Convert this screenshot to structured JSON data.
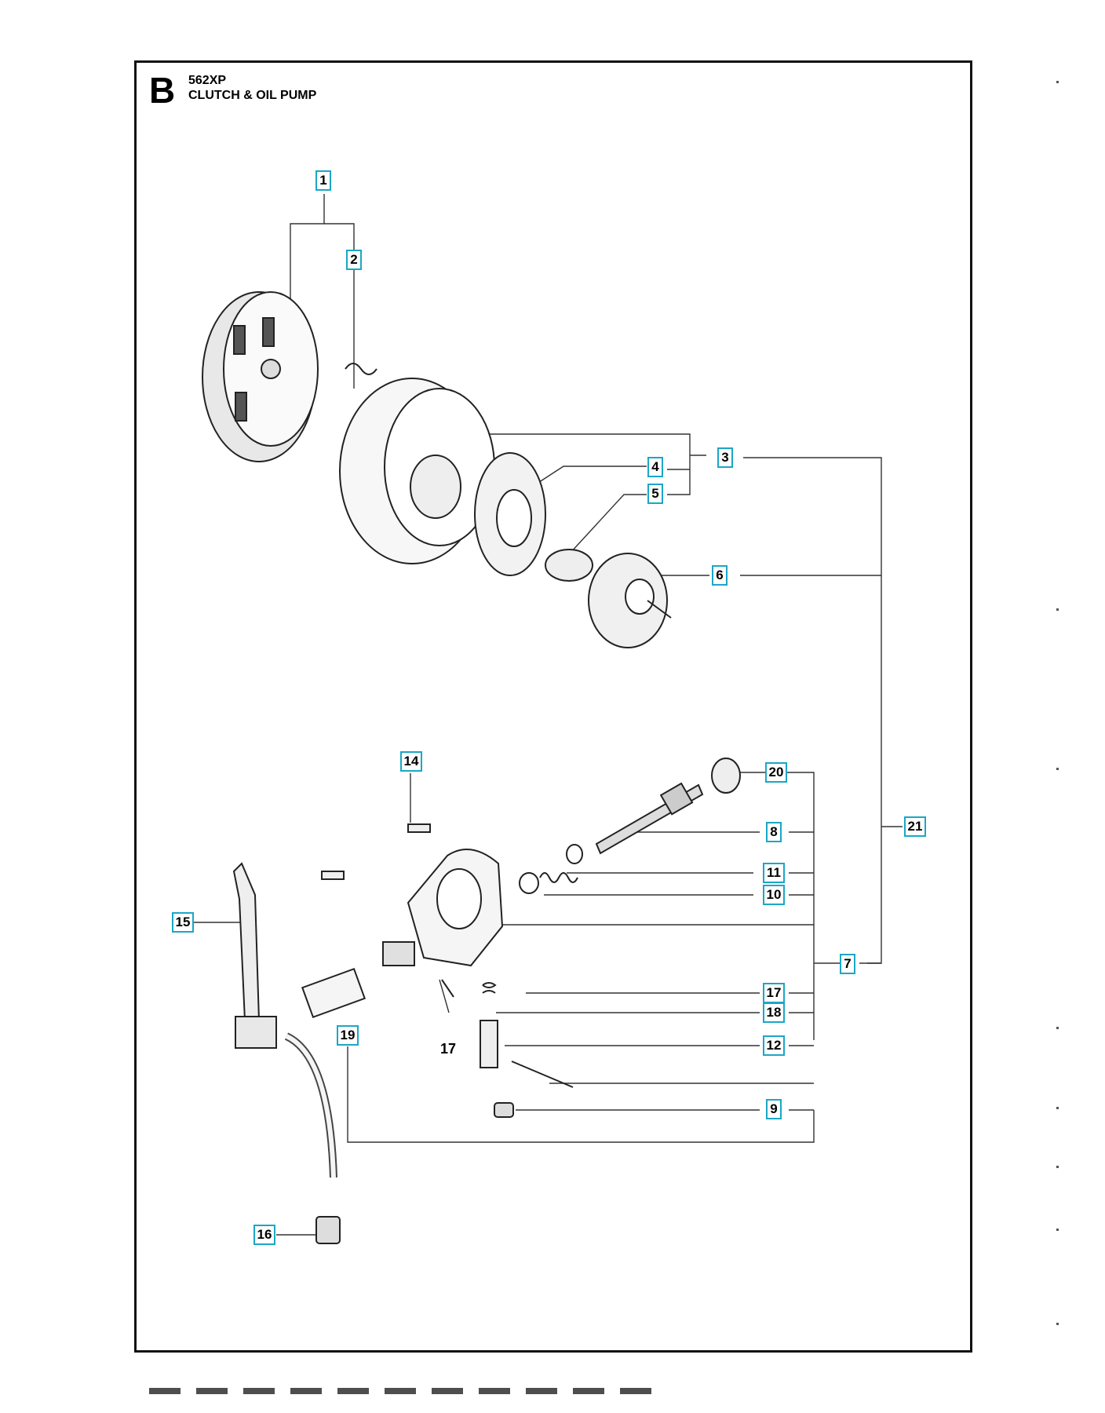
{
  "header": {
    "section_letter": "B",
    "model": "562XP",
    "title": "CLUTCH & OIL PUMP"
  },
  "callouts": [
    {
      "id": "c1",
      "label": "1"
    },
    {
      "id": "c2",
      "label": "2"
    },
    {
      "id": "c3",
      "label": "3"
    },
    {
      "id": "c4",
      "label": "4"
    },
    {
      "id": "c5",
      "label": "5"
    },
    {
      "id": "c6",
      "label": "6"
    },
    {
      "id": "c7",
      "label": "7"
    },
    {
      "id": "c8",
      "label": "8"
    },
    {
      "id": "c9",
      "label": "9"
    },
    {
      "id": "c10",
      "label": "10"
    },
    {
      "id": "c11",
      "label": "11"
    },
    {
      "id": "c12",
      "label": "12"
    },
    {
      "id": "c14",
      "label": "14"
    },
    {
      "id": "c15",
      "label": "15"
    },
    {
      "id": "c16",
      "label": "16"
    },
    {
      "id": "c17",
      "label": "17"
    },
    {
      "id": "c18",
      "label": "18"
    },
    {
      "id": "c19",
      "label": "19"
    },
    {
      "id": "c20",
      "label": "20"
    },
    {
      "id": "c21",
      "label": "21"
    }
  ],
  "plain_labels": [
    {
      "id": "p17",
      "label": "17"
    }
  ],
  "colors": {
    "callout_border": "#1aa7c6",
    "line": "#333333",
    "frame": "#111111"
  }
}
